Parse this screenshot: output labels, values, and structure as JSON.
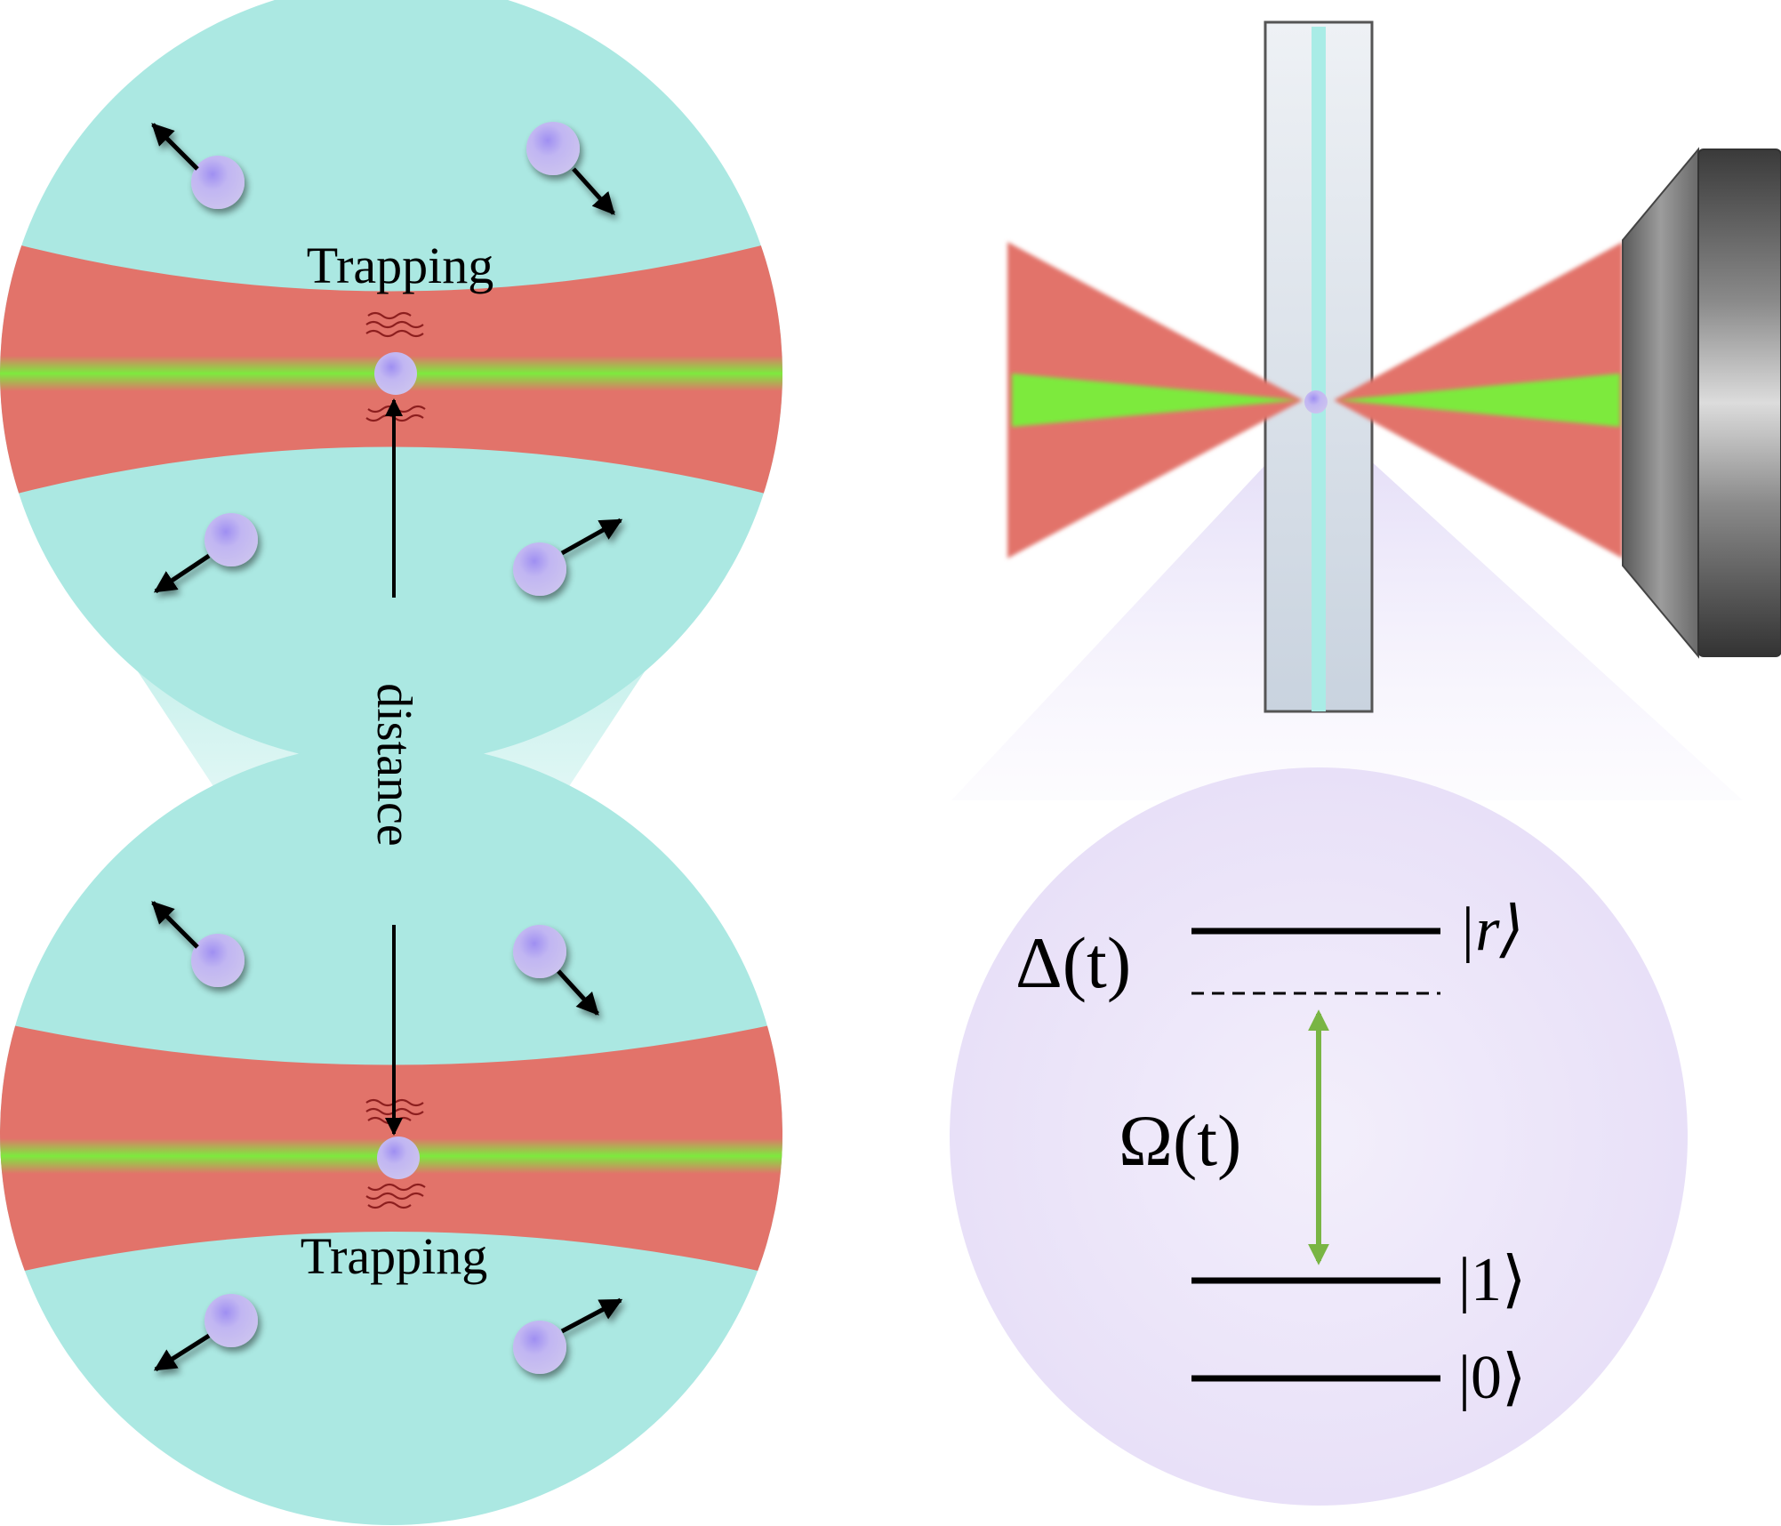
{
  "labels": {
    "trapping_top": "Trapping",
    "trapping_bottom": "Trapping",
    "distance": "distance",
    "detuning": "Δ(t)",
    "rabi": "Ω(t)",
    "ket_r": "|r⟩",
    "ket_1": "|1⟩",
    "ket_0": "|0⟩"
  },
  "colors": {
    "sphere": "#abe8e2",
    "beam_red": "#e2736a",
    "beam_green": "#7dea3e",
    "atom": "#c4b9ef",
    "level_panel": "#ece6f8",
    "cell_glass": "#d3dbe5",
    "lens": "#6f6f6f",
    "rabi_arrow": "#79b544"
  },
  "icons": [
    "atom-icon",
    "velocity-arrow-icon",
    "objective-lens-icon",
    "glass-cell-icon"
  ]
}
